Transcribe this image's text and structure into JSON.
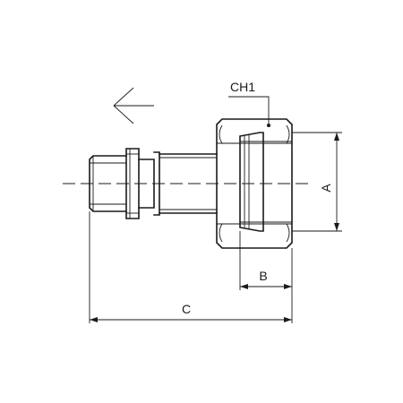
{
  "labels": {
    "ch1": "CH1",
    "a": "A",
    "b": "B",
    "c": "C"
  }
}
